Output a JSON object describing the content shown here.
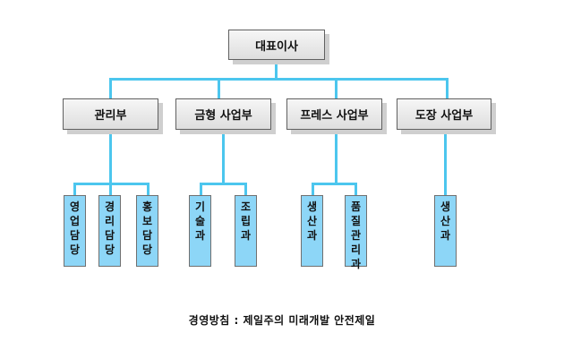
{
  "chart": {
    "root": {
      "label": "대표이사"
    },
    "departments": [
      {
        "label": "관리부",
        "children": [
          "영업담당",
          "경리담당",
          "홍보담당"
        ]
      },
      {
        "label": "금형 사업부",
        "children": [
          "기술과",
          "조립과"
        ]
      },
      {
        "label": "프레스 사업부",
        "children": [
          "생산과",
          "품질관리과"
        ]
      },
      {
        "label": "도장 사업부",
        "children": [
          "생산과"
        ]
      }
    ]
  },
  "footer": {
    "motto": "경영방침 : 제일주의 미래개발 안전제일"
  },
  "colors": {
    "connector": "#4cc6ee",
    "sub_box": "#8dd6f7",
    "box_border": "#606060"
  }
}
